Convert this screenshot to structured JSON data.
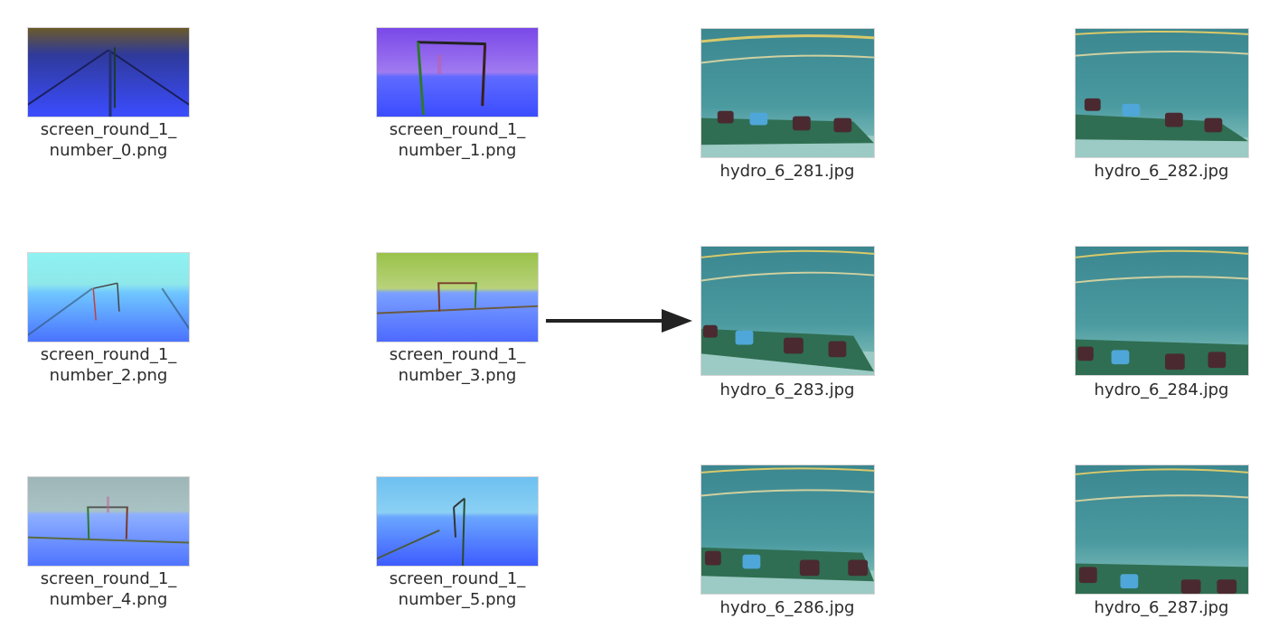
{
  "files": [
    {
      "name_line1": "screen_round_1_",
      "name_line2": "number_0.png",
      "icon": "sim-pool-lane-image-icon"
    },
    {
      "name_line1": "screen_round_1_",
      "name_line2": "number_1.png",
      "icon": "sim-gate-purple-sky-image-icon"
    },
    {
      "name_line1": "hydro_6_281.jpg",
      "name_line2": "",
      "icon": "underwater-buckets-photo-icon"
    },
    {
      "name_line1": "hydro_6_282.jpg",
      "name_line2": "",
      "icon": "underwater-buckets-photo-icon"
    },
    {
      "name_line1": "screen_round_1_",
      "name_line2": "number_2.png",
      "icon": "sim-gate-cyan-image-icon"
    },
    {
      "name_line1": "screen_round_1_",
      "name_line2": "number_3.png",
      "icon": "sim-gate-green-sky-image-icon"
    },
    {
      "name_line1": "hydro_6_283.jpg",
      "name_line2": "",
      "icon": "underwater-buckets-photo-icon"
    },
    {
      "name_line1": "hydro_6_284.jpg",
      "name_line2": "",
      "icon": "underwater-buckets-photo-icon"
    },
    {
      "name_line1": "screen_round_1_",
      "name_line2": "number_4.png",
      "icon": "sim-gate-grey-sky-image-icon"
    },
    {
      "name_line1": "screen_round_1_",
      "name_line2": "number_5.png",
      "icon": "sim-gate-blue-sky-image-icon"
    },
    {
      "name_line1": "hydro_6_286.jpg",
      "name_line2": "",
      "icon": "underwater-buckets-photo-icon"
    },
    {
      "name_line1": "hydro_6_287.jpg",
      "name_line2": "",
      "icon": "underwater-buckets-photo-icon"
    }
  ],
  "arrow": {
    "icon": "right-arrow-icon",
    "color": "#222222"
  },
  "colors": {
    "sim_water": "#3b4cff",
    "sim_water_light": "#5aa0ff",
    "photo_water": "#3f8a94",
    "photo_floor": "#2e6a4e"
  }
}
